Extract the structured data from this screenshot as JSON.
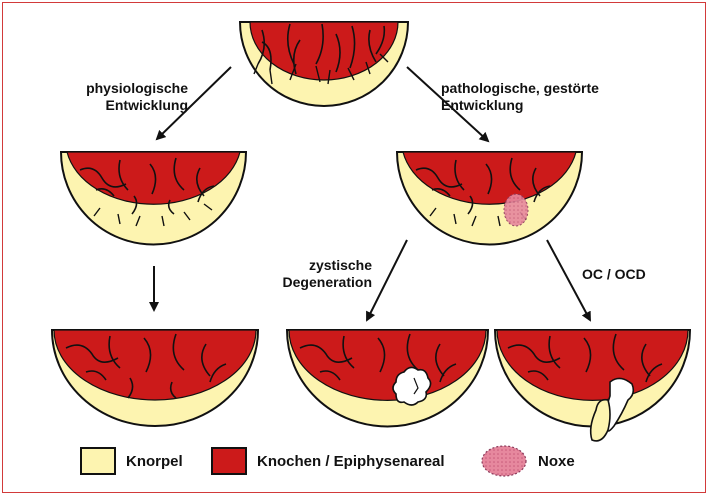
{
  "labels": {
    "physiological": [
      "physiologische",
      "Entwicklung"
    ],
    "pathological": [
      "pathologische, gestörte",
      "Entwicklung"
    ],
    "cystic": [
      "zystische",
      "Degeneration"
    ],
    "oc_ocd": "OC / OCD"
  },
  "legend": [
    {
      "label": "Knorpel",
      "color": "#fdf4b0"
    },
    {
      "label": "Knochen / Epiphysenareal",
      "color": "#cc1a1a"
    },
    {
      "label": "Noxe",
      "color": "#e6889e"
    }
  ],
  "colors": {
    "cartilage": "#fdf4b0",
    "bone": "#cc1a1a",
    "outline": "#111111",
    "noxe": "#e6889e",
    "frame": "#d23a3a"
  }
}
